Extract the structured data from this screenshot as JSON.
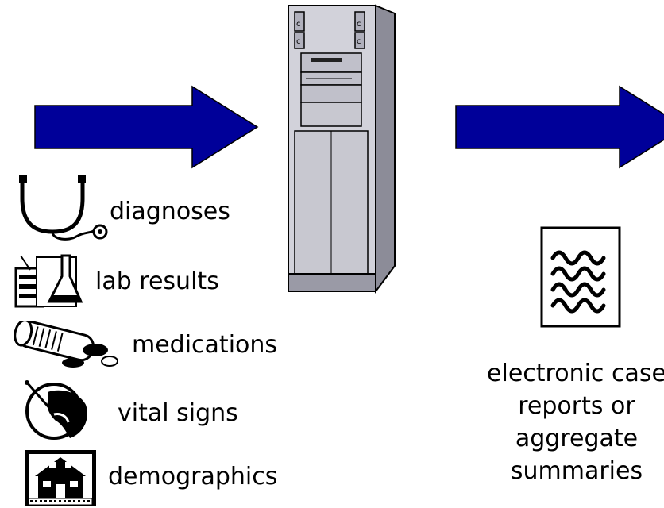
{
  "colors": {
    "arrow_fill": "#000099",
    "server_body": "#c8c8d0",
    "outline": "#000000"
  },
  "inputs": [
    {
      "label": "diagnoses",
      "icon": "stethoscope-icon"
    },
    {
      "label": "lab results",
      "icon": "lab-flask-icon"
    },
    {
      "label": "medications",
      "icon": "pill-bottle-icon"
    },
    {
      "label": "vital signs",
      "icon": "hand-pulse-icon"
    },
    {
      "label": "demographics",
      "icon": "house-icon"
    }
  ],
  "output": {
    "icon": "document-icon",
    "lines": [
      "electronic case",
      "reports or",
      "aggregate",
      "summaries"
    ]
  }
}
